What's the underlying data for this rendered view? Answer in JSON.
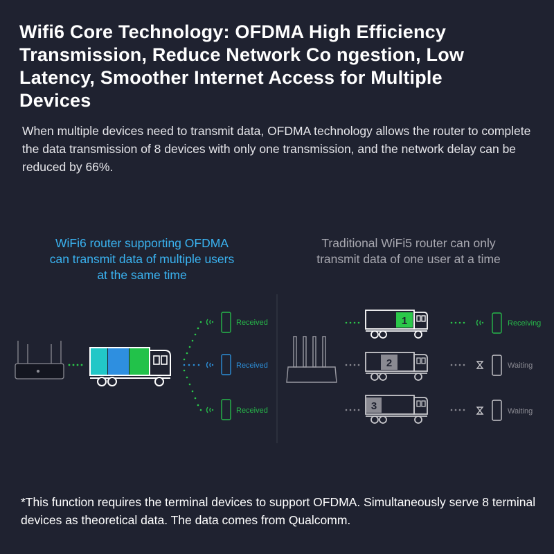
{
  "title": "Wifi6 Core Technology: OFDMA High Efficiency Transmission, Reduce Network Co ngestion, Low Latency, Smoother Internet Access for Multiple Devices",
  "description": "When multiple devices need to transmit data, OFDMA technology allows the router to complete the data transmission of 8 devices with only one transmission, and the network delay can be reduced by 66%.",
  "wifi6": {
    "caption_lines": [
      "WiFi6 router supporting OFDMA",
      "can transmit data of multiple users",
      "at the same time"
    ],
    "device_status": [
      "Received",
      "Received",
      "Received"
    ],
    "device_colors": [
      "#27b84a",
      "#2d8fd8",
      "#27b84a"
    ],
    "truck_cargo_colors": [
      "#22c7c7",
      "#2e8fe0",
      "#22c24a"
    ]
  },
  "wifi5": {
    "caption_lines": [
      "Traditional WiFi5 router can only",
      "transmit data of one user at a time"
    ],
    "truck_numbers": [
      "1",
      "2",
      "3"
    ],
    "device_status": [
      "Receiving",
      "Waiting",
      "Waiting"
    ],
    "device_icons": [
      "wifi-icon",
      "hourglass-icon",
      "hourglass-icon"
    ]
  },
  "footnote": "*This function requires the terminal devices to support OFDMA. Simultaneously serve 8 terminal devices as theoretical data. The data comes from Qualcomm.",
  "colors": {
    "background": "#1f2230",
    "accent_blue": "#3ab4f2",
    "accent_green": "#2bc84a",
    "gray": "#8a8a92"
  }
}
